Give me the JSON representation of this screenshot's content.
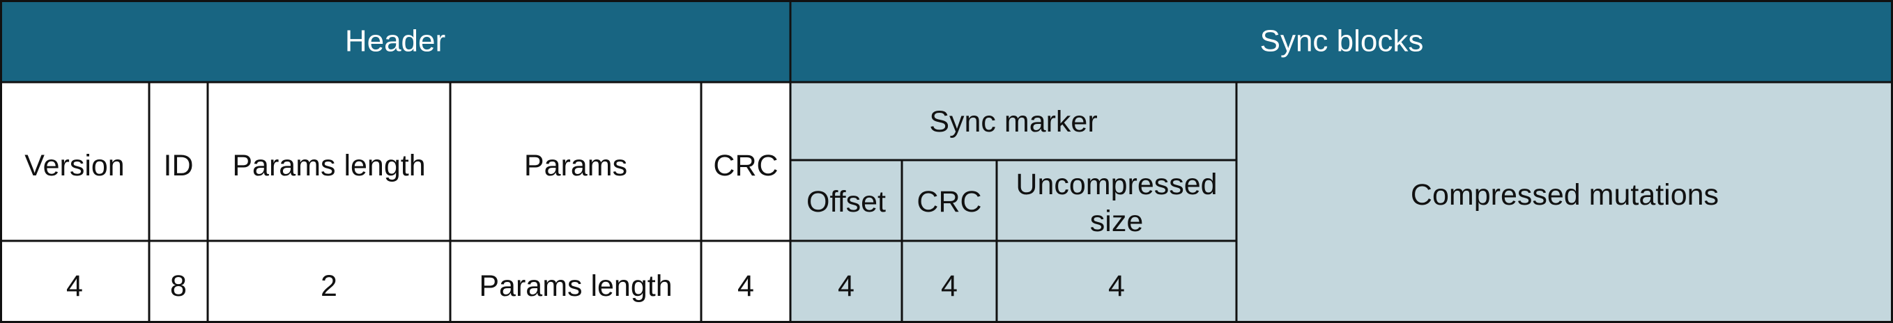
{
  "colors": {
    "header_bg": "#186582",
    "header_text": "#ffffff",
    "sync_bg": "#c4d7dd",
    "plain_bg": "#ffffff",
    "border": "#111111",
    "text": "#111111"
  },
  "header_section": {
    "label": "Header",
    "columns": [
      {
        "name": "Version",
        "size": "4"
      },
      {
        "name": "ID",
        "size": "8"
      },
      {
        "name": "Params length",
        "size": "2"
      },
      {
        "name": "Params",
        "size": "Params length"
      },
      {
        "name": "CRC",
        "size": "4"
      }
    ]
  },
  "sync_section": {
    "label": "Sync blocks",
    "marker": {
      "label": "Sync marker",
      "fields": [
        {
          "name_lines": [
            "Offset"
          ],
          "size": "4"
        },
        {
          "name_lines": [
            "CRC"
          ],
          "size": "4"
        },
        {
          "name_lines": [
            "Uncompressed",
            "size"
          ],
          "size": "4"
        }
      ]
    },
    "mutations_label": "Compressed mutations"
  }
}
